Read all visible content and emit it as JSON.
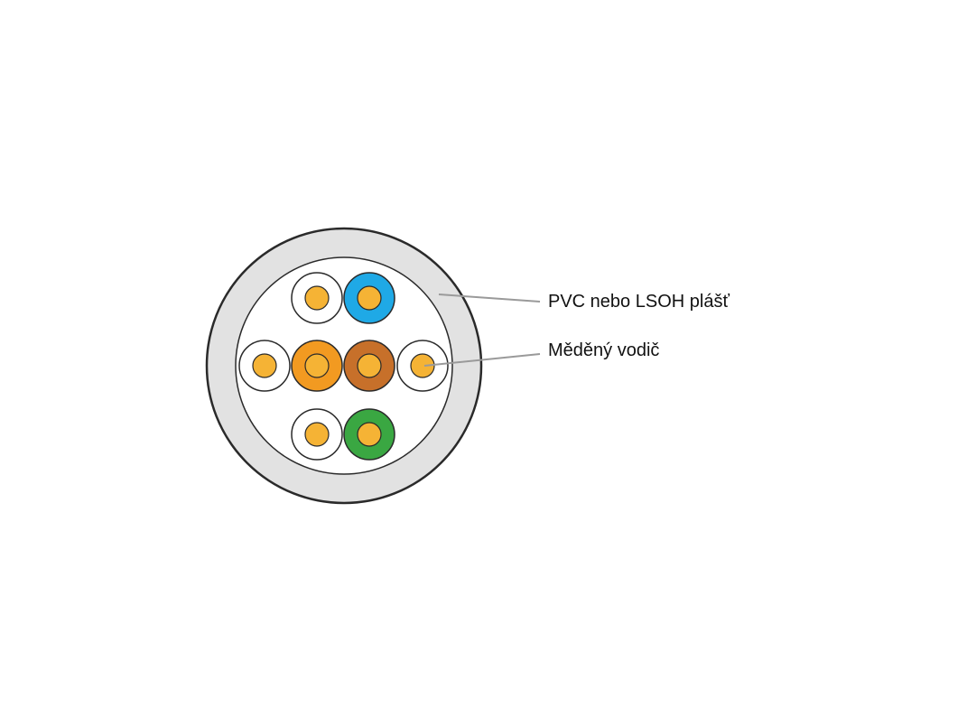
{
  "labels": {
    "jacket": "PVC nebo LSOH plášť",
    "conductor": "Měděný vodič"
  },
  "colors": {
    "jacket_fill": "#e2e2e2",
    "jacket_stroke": "#2a2a2a",
    "inner_fill": "#ffffff",
    "copper": "#f5b335",
    "leader_line": "#9a9a9a",
    "insulation_white": "#ffffff",
    "insulation_blue": "#1fa9e6",
    "insulation_orange": "#f29a21",
    "insulation_brown": "#c7702a",
    "insulation_green": "#3aa742"
  },
  "wires": [
    {
      "name": "wire-white-blue",
      "insulation": "white"
    },
    {
      "name": "wire-blue",
      "insulation": "blue"
    },
    {
      "name": "wire-white-orange",
      "insulation": "white"
    },
    {
      "name": "wire-orange",
      "insulation": "orange"
    },
    {
      "name": "wire-brown",
      "insulation": "brown"
    },
    {
      "name": "wire-white-brown",
      "insulation": "white"
    },
    {
      "name": "wire-white-green",
      "insulation": "white"
    },
    {
      "name": "wire-green",
      "insulation": "green"
    }
  ]
}
